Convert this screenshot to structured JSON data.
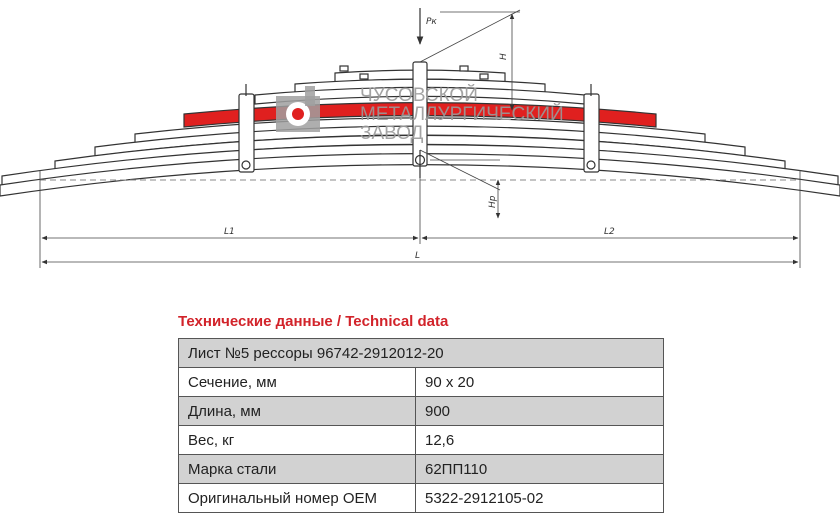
{
  "drawing": {
    "force_label": "Pк",
    "height_label": "H",
    "height_below_label": "Hр",
    "l1_label": "L1",
    "l2_label": "L2",
    "total_label": "L",
    "highlight_color": "#e0201f"
  },
  "watermark": {
    "lines": [
      "ЧУСОВСКОЙ",
      "МЕТАЛЛУРГИЧЕСКИЙ",
      "ЗАВОД"
    ]
  },
  "specs": {
    "title": "Технические данные / Technical data",
    "header": "Лист №5 рессоры 96742-2912012-20",
    "rows": [
      {
        "label": "Сечение, мм",
        "value": "90 х 20"
      },
      {
        "label": "Длина, мм",
        "value": "900"
      },
      {
        "label": "Вес, кг",
        "value": "12,6"
      },
      {
        "label": "Марка стали",
        "value": "62ПП110"
      },
      {
        "label": "Оригинальный номер OEM",
        "value": "5322-2912105-02"
      }
    ]
  }
}
